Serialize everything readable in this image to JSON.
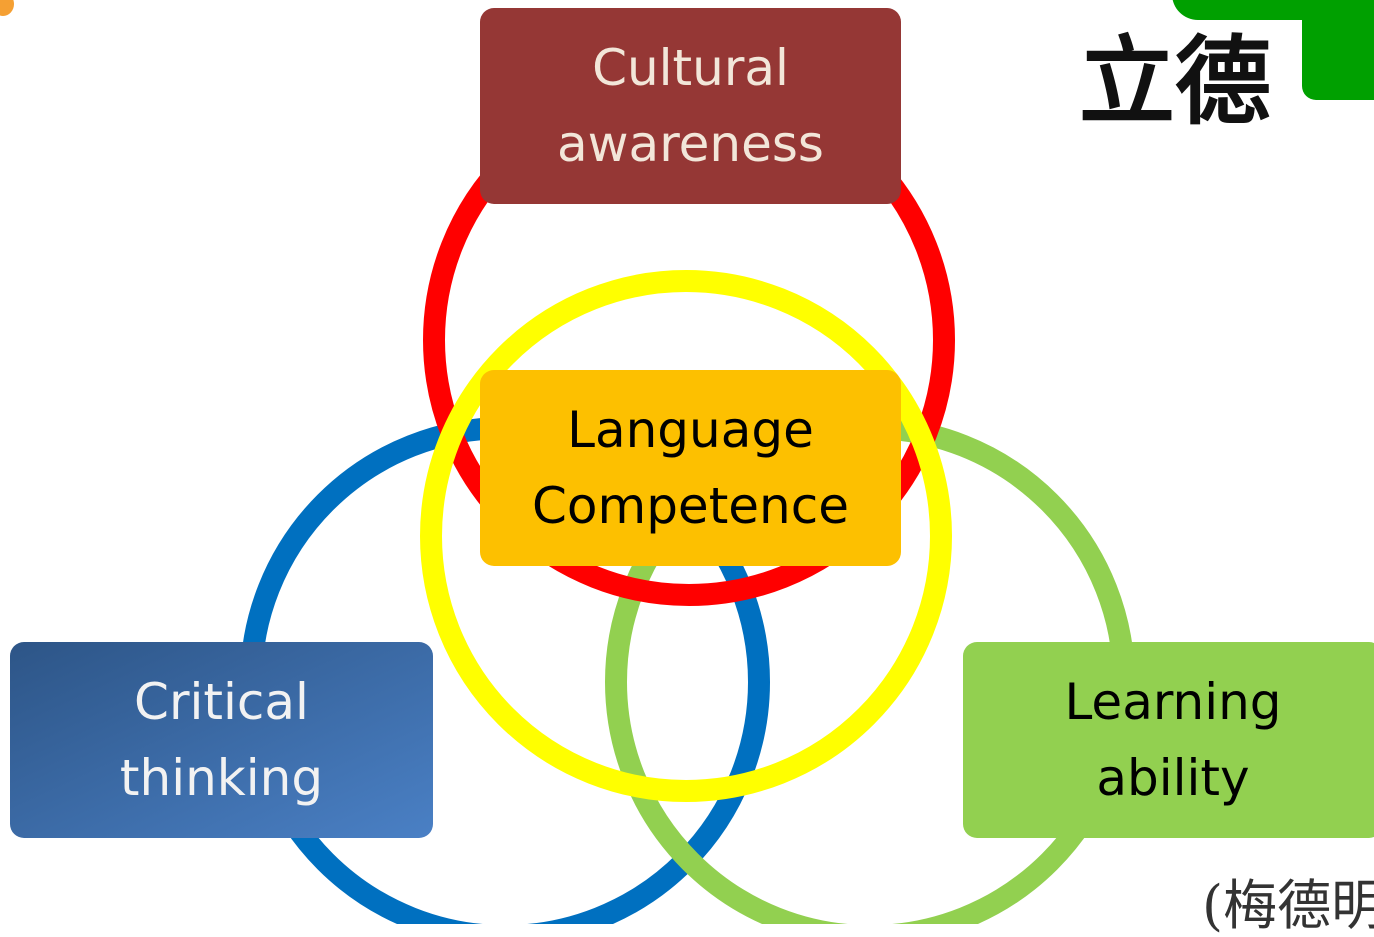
{
  "title_cjk": "立德",
  "corner_note": "(梅德明",
  "boxes": {
    "cultural": [
      "Cultural",
      "awareness"
    ],
    "language": [
      "Language",
      "Competence"
    ],
    "critical": [
      "Critical",
      "thinking"
    ],
    "learning": [
      "Learning",
      "ability"
    ]
  },
  "colors": {
    "cultural_box": "#953735",
    "language_box": "#FDC000",
    "critical_box": "#3A6AA8",
    "learning_box": "#92D050",
    "red_ring": "#FF0000",
    "yellow_ring": "#FFFF00",
    "blue_ring": "#0070C0",
    "green_ring": "#92D050",
    "accent_green": "#00A000"
  }
}
